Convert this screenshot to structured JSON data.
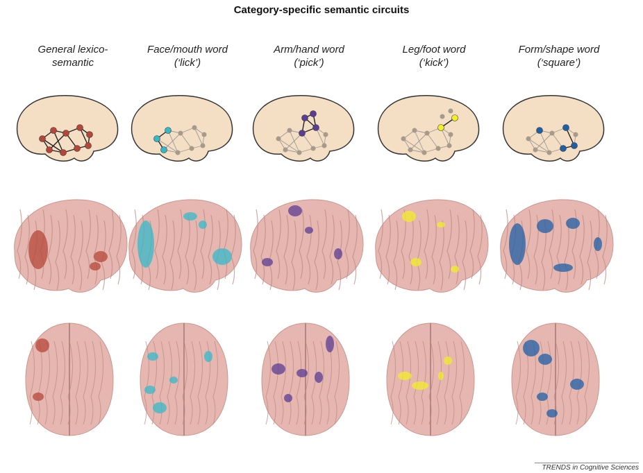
{
  "title": "Category-specific semantic circuits",
  "footer": "TRENDS in Cognitive Sciences",
  "columns": [
    {
      "label_line1": "General lexico-",
      "label_line2": "semantic",
      "color": "#b5473a",
      "glyph": "dots-red"
    },
    {
      "label_line1": "Face/mouth word",
      "label_line2": "(‘lick’)",
      "color": "#35b9c9",
      "glyph": "dots-cyan"
    },
    {
      "label_line1": "Arm/hand word",
      "label_line2": "(‘pick’)",
      "color": "#5b3d93",
      "glyph": "dots-purple"
    },
    {
      "label_line1": "Leg/foot word",
      "label_line2": "(‘kick’)",
      "color": "#f2ee2a",
      "glyph": "dots-yellow"
    },
    {
      "label_line1": "Form/shape word",
      "label_line2": "(‘square’)",
      "color": "#1f5fa6",
      "glyph": "dots-blue"
    }
  ]
}
